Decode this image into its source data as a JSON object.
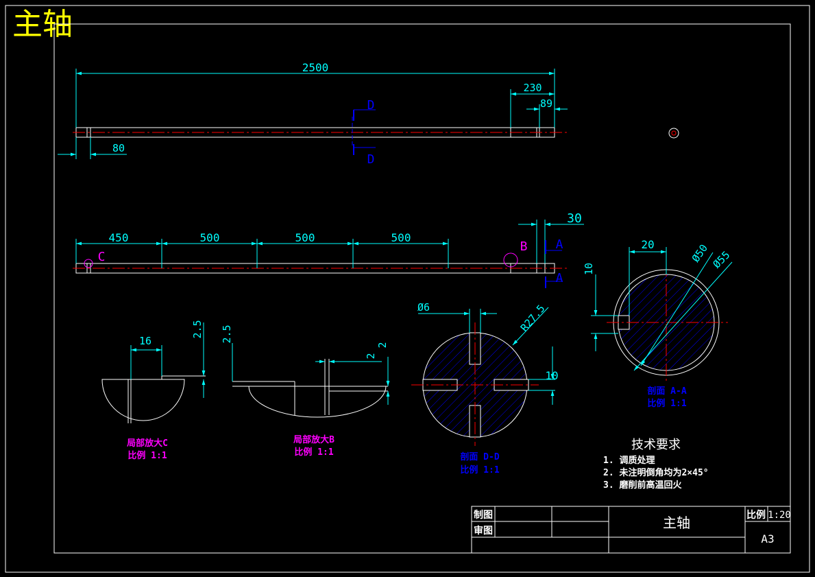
{
  "drawing_title": "主轴",
  "view1": {
    "dim_total": "2500",
    "dim_230": "230",
    "dim_89": "89",
    "dim_80": "80",
    "section_d": "D"
  },
  "view2": {
    "dim_450": "450",
    "dim_500a": "500",
    "dim_500b": "500",
    "dim_500c": "500",
    "dim_30": "30",
    "label_c": "C",
    "label_b": "B",
    "section_a": "A"
  },
  "detail_c": {
    "dim_16": "16",
    "dim_2_5": "2.5",
    "caption": "局部放大C",
    "scale": "比例 1:1"
  },
  "detail_b": {
    "dim_2_5": "2.5",
    "dim_2": "2",
    "caption": "局部放大B",
    "scale": "比例 1:1"
  },
  "section_dd": {
    "dim_dia6": "Ø6",
    "dim_r27_5": "R27.5",
    "dim_10": "10",
    "caption": "剖面 D-D",
    "scale": "比例 1:1"
  },
  "section_aa": {
    "dim_20": "20",
    "dim_10": "10",
    "dim_dia50": "Ø50",
    "dim_dia55": "Ø55",
    "caption": "剖面 A-A",
    "scale": "比例 1:1"
  },
  "tech": {
    "heading": "技术要求",
    "items": [
      "1. 调质处理",
      "2. 未注明倒角均为2×45°",
      "3. 磨削前高温回火"
    ]
  },
  "title_block": {
    "drawn_label": "制图",
    "checked_label": "审图",
    "part_name": "主轴",
    "scale_label": "比例",
    "scale_value": "1:20",
    "sheet_size": "A3"
  },
  "colors": {
    "background": "#000000",
    "outline": "#ffffff",
    "dimension": "#00ffff",
    "centerline": "#ff0000",
    "hatch": "#0000ff",
    "annotation": "#ff00ff",
    "title": "#ffff00"
  }
}
